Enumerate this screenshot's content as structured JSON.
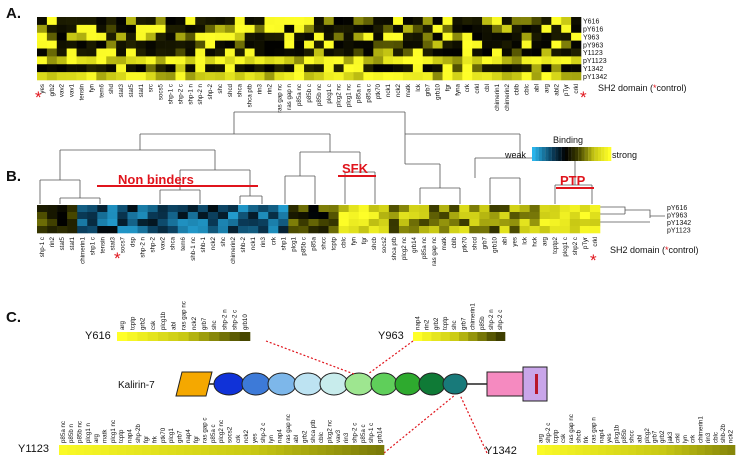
{
  "panels": {
    "a": "A.",
    "b": "B.",
    "c": "C."
  },
  "panel_a": {
    "rows": [
      "Y616",
      "pY616",
      "Y963",
      "pY963",
      "Y1123",
      "pY1123",
      "Y1342",
      "pY1342"
    ],
    "columns": [
      "yes",
      "grb2",
      "vav2",
      "vav1",
      "tensin",
      "fyn",
      "tem6",
      "shd",
      "stat3",
      "stat5",
      "stat1",
      "src",
      "socs5",
      "shp-1 c",
      "shp-2 c",
      "shp-1 n",
      "shp-2 n",
      "shp-2",
      "shc",
      "shcd",
      "shca",
      "shca ptb",
      "rin3",
      "rin2",
      "ras gap nc",
      "ras gap n",
      "p85a nc",
      "p85b c",
      "p85b nc",
      "plcg1 c",
      "plcg2 nc",
      "plcg1 nc",
      "p85a n",
      "p85a c",
      "ptk70",
      "nck1",
      "nck2",
      "matk",
      "lck",
      "grb7",
      "grb10",
      "fgr",
      "fyna",
      "crk",
      "crkl",
      "cbl",
      "chimerin1",
      "chimerin2",
      "cblb",
      "cblc",
      "abl",
      "arg",
      "abl2",
      "pTyr",
      "crkl"
    ],
    "x_label": "SH2 domain (",
    "x_label_star": "*",
    "x_label_tail": "control)"
  },
  "panel_b": {
    "rows": [
      "pY616",
      "pY963",
      "pY1342",
      "pY1123"
    ],
    "groups": {
      "non_binders": "Non binders",
      "sfk": "SFK",
      "ptp": "PTP"
    },
    "legend": {
      "title": "Binding",
      "weak": "weak",
      "strong": "strong"
    },
    "columns": [
      "shp-1 c",
      "rin2",
      "stat5",
      "stat1",
      "chimerin1",
      "shp1 c",
      "tensin",
      "stat3",
      "socs7",
      "dsp",
      "shp-2 n",
      "shp-2",
      "vav2",
      "shca",
      "tem6",
      "shb-1 nc",
      "shb-1",
      "nck2",
      "shc",
      "chimerin2",
      "shb-2",
      "nck1",
      "rin3",
      "crk",
      "shp1",
      "plcg1",
      "p85b c",
      "p85a",
      "shcc",
      "tcptp",
      "cblc",
      "fyn",
      "fgr",
      "shcb",
      "socs2",
      "shca ptb",
      "plcg2 nc",
      "grb14",
      "p85a nc",
      "ras gap nc",
      "matk",
      "cblb",
      "ptk70",
      "shcd",
      "grb7",
      "grb10",
      "abl",
      "yes",
      "lck",
      "hck",
      "arg",
      "tcptp2",
      "plcg1 c",
      "shp2 c",
      "pTyr",
      "crkl"
    ],
    "x_label": "SH2 domain (",
    "x_label_star": "*",
    "x_label_tail": "control)"
  },
  "panel_c": {
    "protein": "Kalirin-7",
    "y616": {
      "site": "Y616",
      "labels": [
        "arg",
        "tcptp",
        "grb2",
        "csk",
        "plcg1b",
        "abl",
        "ras gap nc",
        "nck2",
        "grb7",
        "shc",
        "shp-2 n",
        "shp-2 c",
        "grb10"
      ]
    },
    "y963": {
      "site": "Y963",
      "labels": [
        "nap4",
        "rin2",
        "grb2",
        "tcptp",
        "shc",
        "grb7",
        "chimerin1",
        "p85b",
        "shp-2 n",
        "shp-2 c"
      ]
    },
    "y1123": {
      "site": "Y1123",
      "labels": [
        "p85a nc",
        "p85b n",
        "p85b nc",
        "plcg1 n",
        "arg",
        "matk",
        "plcg1 nc",
        "tcptp",
        "nap4",
        "shp-2b",
        "fgr",
        "frk",
        "ptk70",
        "plcg1",
        "grb7",
        "nap4",
        "fgr",
        "ras gap c",
        "p85a c",
        "plcg2 nc",
        "socs2",
        "crk",
        "nck2",
        "yes",
        "shp-2 c",
        "lyn",
        "nap4",
        "ras gap nc",
        "abl",
        "grb2",
        "shca ptb",
        "cblc",
        "plcg2 nc",
        "vav3",
        "rin3",
        "shp-2 c",
        "p85a c",
        "shp-1 c",
        "grb14"
      ]
    },
    "y1342": {
      "site": "Y1342",
      "labels": [
        "arg",
        "shp-2 c",
        "tcptp",
        "csk",
        "ras gap nc",
        "shcb",
        "frk",
        "ras gap n",
        "nap4",
        "yes",
        "plcg1b",
        "p85b",
        "shcc",
        "abl",
        "plcg2",
        "grb7",
        "grb2",
        "jak3",
        "crkl",
        "lyn",
        "crk",
        "chimerin1",
        "rin3",
        "cblc",
        "shb-2b",
        "nck2"
      ]
    }
  }
}
